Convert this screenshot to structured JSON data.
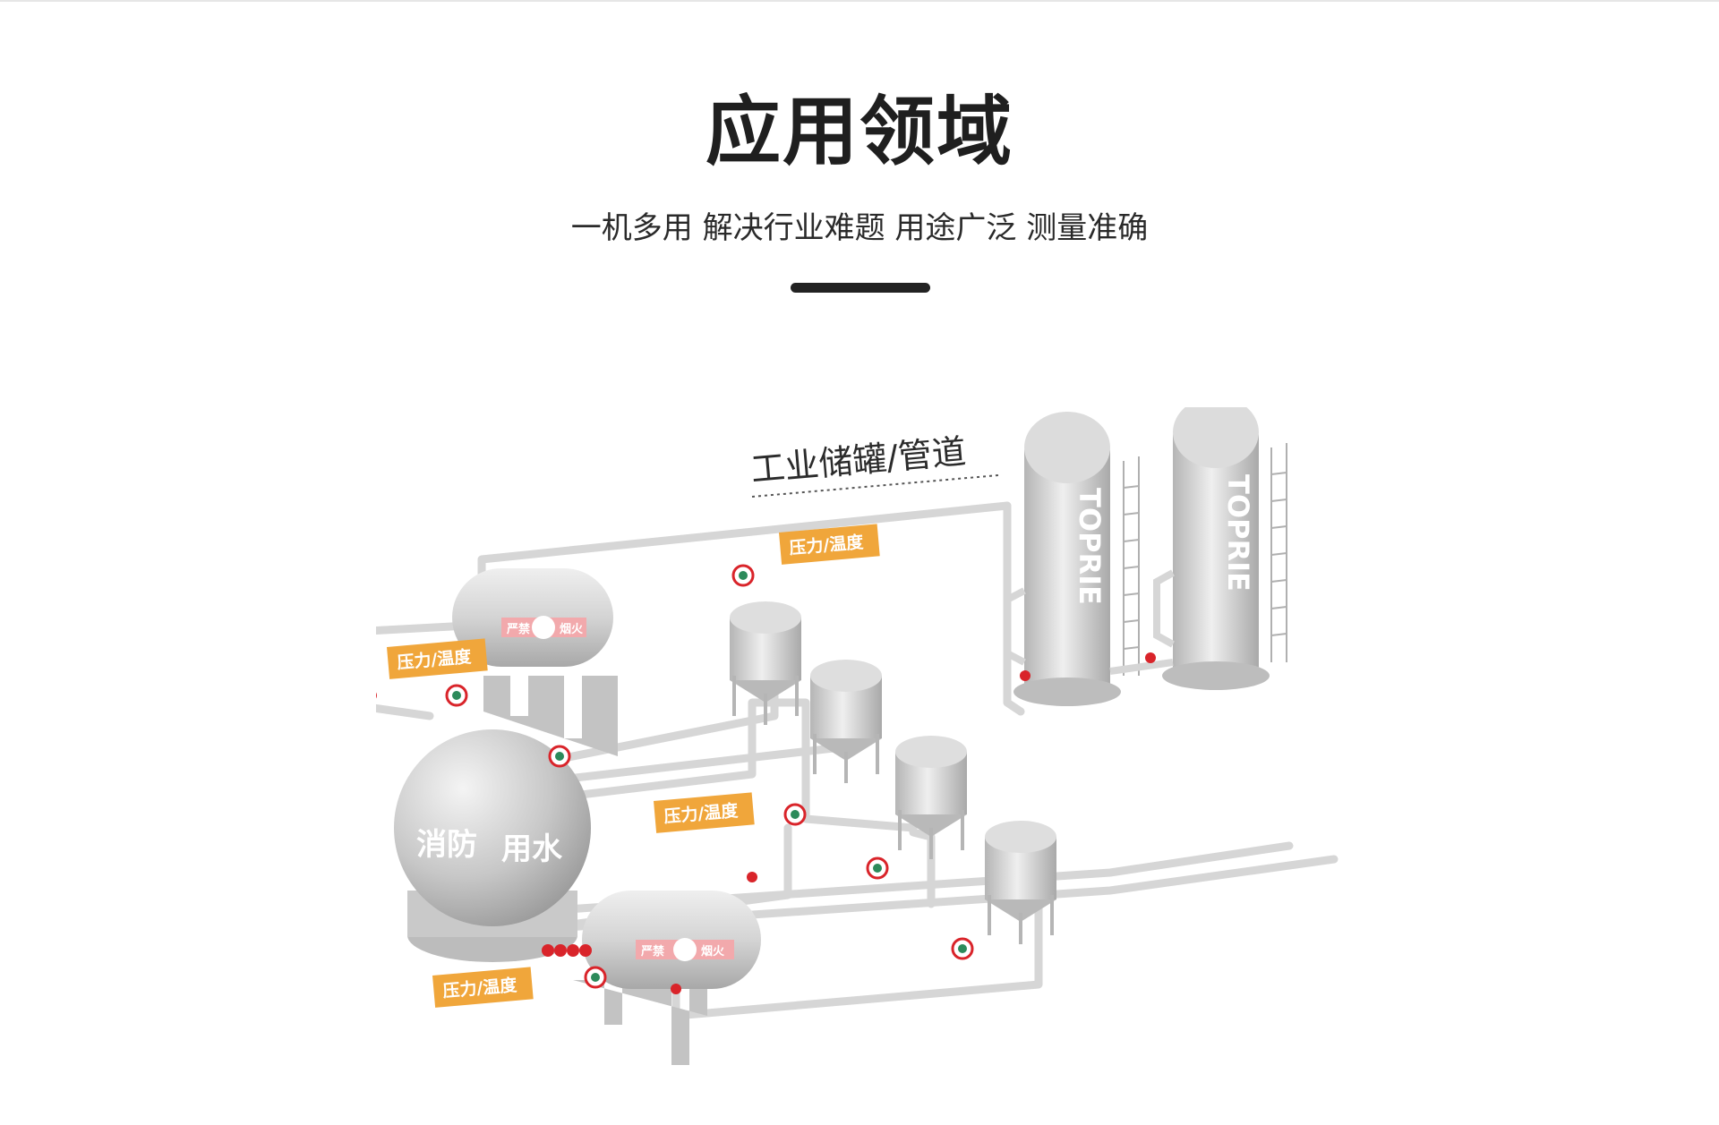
{
  "header": {
    "title": "应用领域",
    "subtitle": "一机多用 解决行业难题 用途广泛 测量准确"
  },
  "scene": {
    "title": "工业储罐/管道",
    "tag_label": "压力/温度",
    "sphere_label_1": "消防",
    "sphere_label_2": "用水",
    "brand": "TOPRIE",
    "warning_left": "严禁",
    "warning_right": "烟火"
  },
  "colors": {
    "tag": "#f0a63b",
    "tank": "#cfcfcf",
    "gauge": "#d9242a",
    "warning_band": "#f2a9ac"
  }
}
